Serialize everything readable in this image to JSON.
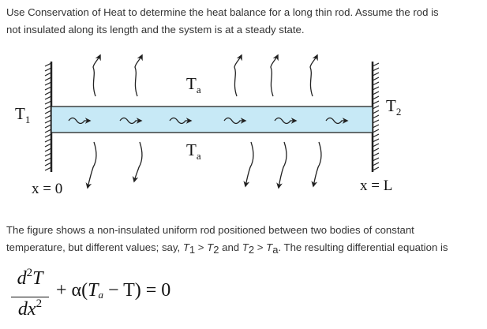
{
  "intro": {
    "line1": "Use Conservation of Heat to determine the heat balance for a long thin rod. Assume the rod is",
    "line2": "not insulated along its length and the system is at a steady state."
  },
  "figure": {
    "t1_base": "T",
    "t1_sub": "1",
    "t2_base": "T",
    "t2_sub": "2",
    "ta_base": "T",
    "ta_sub": "a",
    "x0_label": "x = 0",
    "xl_label": "x = L",
    "colors": {
      "rod_fill": "#c7e9f6",
      "rod_stroke": "#222222",
      "wall": "#222222"
    }
  },
  "para2": {
    "line1": "The figure shows a non-insulated uniform rod positioned between two bodies of constant",
    "line2_a": "temperature, but different values; say, ",
    "t1": "T",
    "t1_sub": "1",
    "gt1": " > ",
    "t2": "T",
    "t2_sub": "2",
    "and": " and ",
    "t2b": "T",
    "t2b_sub": "2",
    "gt2": " > ",
    "ta": "T",
    "ta_sub": "a",
    "line2_b": ". The resulting differential equation is"
  },
  "equation": {
    "num_d": "d",
    "num_exp": "2",
    "num_T": "T",
    "den_dx": "dx",
    "den_exp": "2",
    "plus": "+ α(",
    "Ta": "T",
    "Ta_sub": "a",
    "minus_T": " − T) = 0"
  }
}
